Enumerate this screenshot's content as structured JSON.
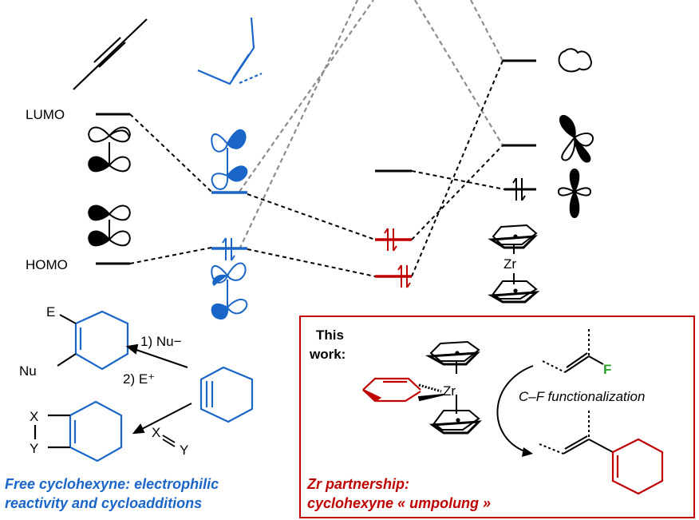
{
  "orbital_labels": {
    "lumo": "LUMO",
    "homo": "HOMO"
  },
  "atoms": {
    "zr": "Zr",
    "e": "E",
    "nu": "Nu",
    "x": "X",
    "y": "Y",
    "f": "F"
  },
  "reagents": {
    "step1": "1) Nu−",
    "step2": "2) E⁺",
    "xy_x": "X",
    "xy_y": "Y"
  },
  "left_caption": {
    "line1": "Free cyclohexyne: electrophilic",
    "line2": "reactivity and cycloadditions"
  },
  "box": {
    "this_work_line1": "This",
    "this_work_line2": "work:",
    "cf_label": "C–F functionalization",
    "caption_line1": "Zr partnership:",
    "caption_line2": "cyclohexyne « umpolung »"
  },
  "colors": {
    "blue": "#1a66c8",
    "red": "#c00000",
    "green": "#2ca02c",
    "black": "#000000",
    "grey": "#8c8c8c"
  }
}
